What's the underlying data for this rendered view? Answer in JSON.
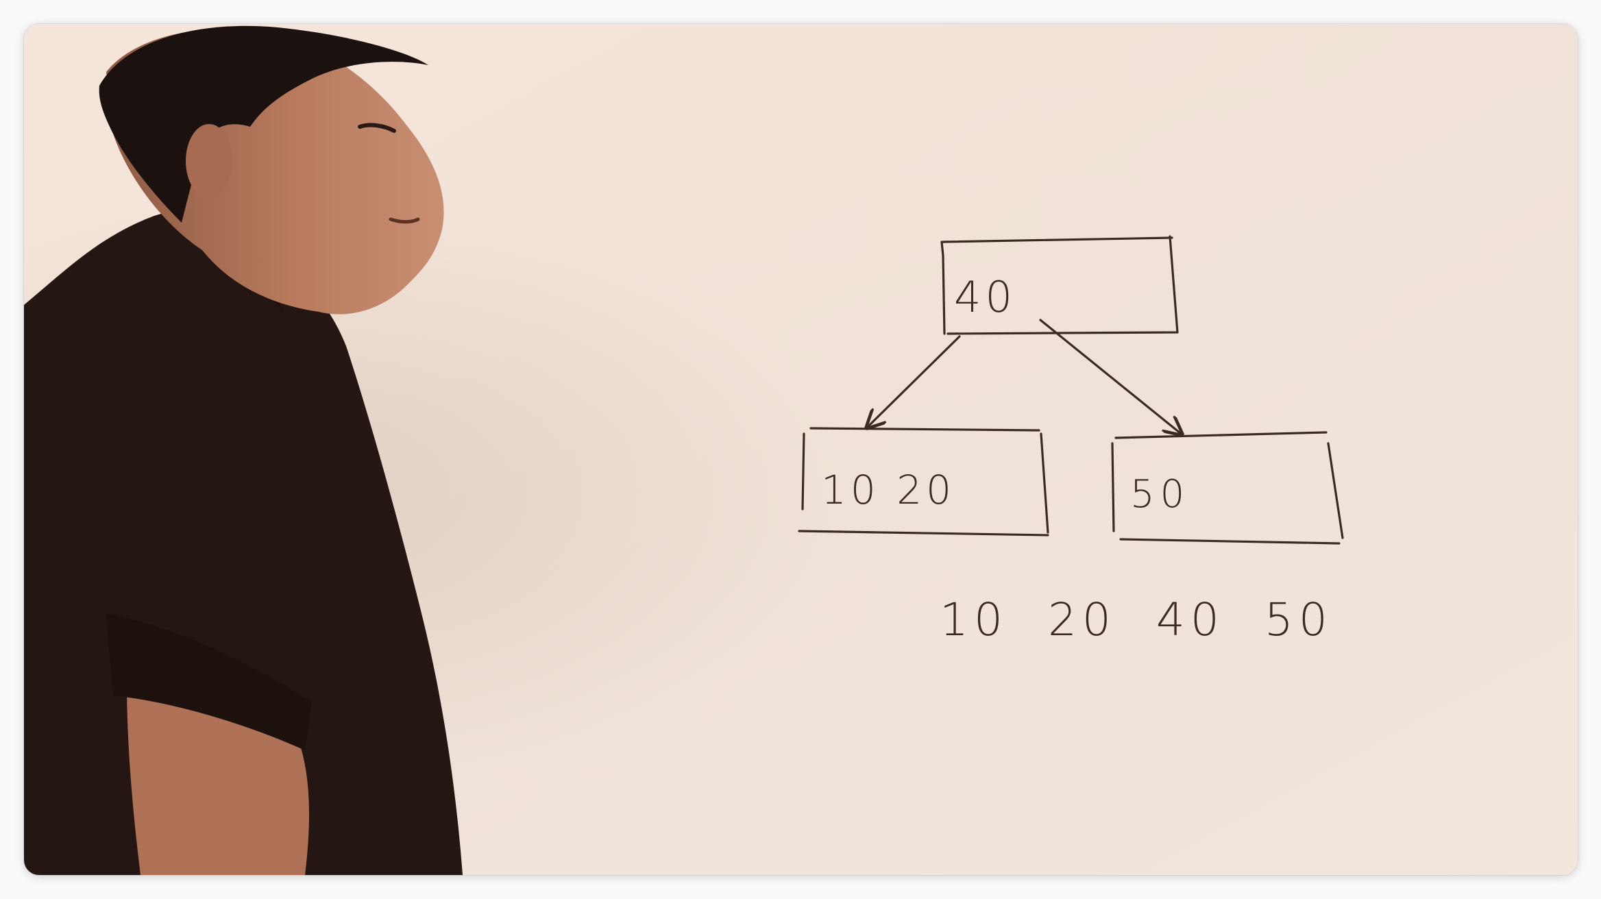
{
  "video_frame": {
    "whiteboard": {
      "root_node": {
        "keys": "40"
      },
      "child_nodes": [
        {
          "keys": "10 20"
        },
        {
          "keys": "50"
        }
      ],
      "sorted_sequence": "10  20  40  50"
    },
    "colors": {
      "board_background": "#efe2d8",
      "marker_ink": "#3b2a24",
      "shirt": "#241612",
      "skin": "#b77a5d",
      "hair": "#1b120f"
    }
  }
}
